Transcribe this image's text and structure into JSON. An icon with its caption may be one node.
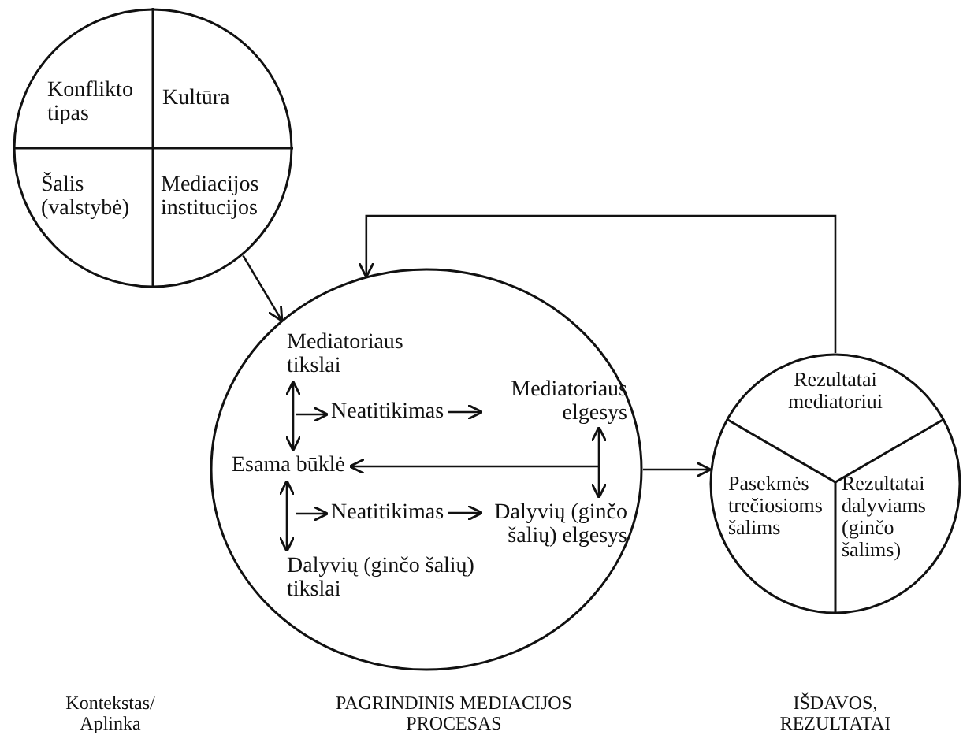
{
  "diagram": {
    "nodes": [
      {
        "text": [],
        "shape": "circle"
      },
      {
        "text": [
          "Konflikto tipas"
        ],
        "in": 0
      },
      {
        "text": [
          "Kultūra"
        ],
        "in": 0
      },
      {
        "text": [
          "Šalis (valstybė)"
        ],
        "in": 0
      },
      {
        "text": [
          "Mediacijos institucijos"
        ],
        "in": 0
      },
      {
        "text": [],
        "shape": "circle"
      },
      {
        "text": [
          "Mediatoriaus tikslai"
        ],
        "in": 5
      },
      {
        "text": [
          "Neatitikimas"
        ],
        "in": 5
      },
      {
        "text": [
          "Mediatoriaus elgesys"
        ],
        "in": 5
      },
      {
        "text": [
          "Esama būklė"
        ],
        "in": 5
      },
      {
        "text": [
          "Neatitikimas"
        ],
        "in": 5
      },
      {
        "text": [
          "Dalyvių (ginčo šalių) elgesys"
        ],
        "in": 5
      },
      {
        "text": [
          "Dalyvių (ginčo šalių) tikslai"
        ],
        "in": 5
      },
      {
        "text": [],
        "shape": "circle"
      },
      {
        "text": [
          "Rezultatai mediatoriui"
        ],
        "in": 13
      },
      {
        "text": [
          "Pasekmės trečiosioms šalims"
        ],
        "in": 13
      },
      {
        "text": [
          "Rezultatai dalyviams (ginčo šalims)"
        ],
        "in": 13
      }
    ],
    "edges": [
      {
        "from": 0,
        "to": 5,
        "arrow": "to"
      },
      {
        "from": 6,
        "to": 9,
        "arrow": "both"
      },
      {
        "from": null,
        "to": 7,
        "arrow": "to"
      },
      {
        "from": 7,
        "to": 8,
        "arrow": "to"
      },
      {
        "from": 8,
        "to": 11,
        "arrow": "both"
      },
      {
        "from": null,
        "to": 9,
        "arrow": "to"
      },
      {
        "from": 9,
        "to": 12,
        "arrow": "both"
      },
      {
        "from": null,
        "to": 10,
        "arrow": "to"
      },
      {
        "from": 10,
        "to": 11,
        "arrow": "to"
      },
      {
        "from": 5,
        "to": 13,
        "arrow": "to"
      },
      {
        "from": 13,
        "to": 5,
        "arrow": "to"
      }
    ],
    "labels": [
      "Kontekstas/ Aplinka",
      "PAGRINDINIS MEDIACIJOS PROCESAS",
      "IŠDAVOS, REZULTATAI"
    ]
  }
}
